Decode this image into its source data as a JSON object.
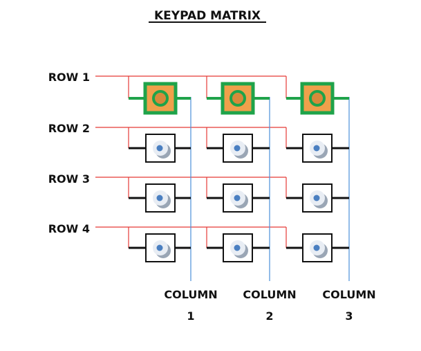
{
  "title": "KEYPAD MATRIX",
  "rows": [
    {
      "label": "ROW 1",
      "active": true
    },
    {
      "label": "ROW 2",
      "active": false
    },
    {
      "label": "ROW 3",
      "active": false
    },
    {
      "label": "ROW 4",
      "active": false
    }
  ],
  "columns": [
    {
      "label": "COLUMN",
      "number": "1"
    },
    {
      "label": "COLUMN",
      "number": "2"
    },
    {
      "label": "COLUMN",
      "number": "3"
    }
  ],
  "colors": {
    "row_wire": "#e53935",
    "column_wire": "#4a90d9",
    "active_wire": "#1fa34a",
    "active_key_fill": "#f0a04b",
    "active_key_ring": "#1fa34a",
    "key_border": "#111111",
    "key_button": "#4a7fc1"
  }
}
